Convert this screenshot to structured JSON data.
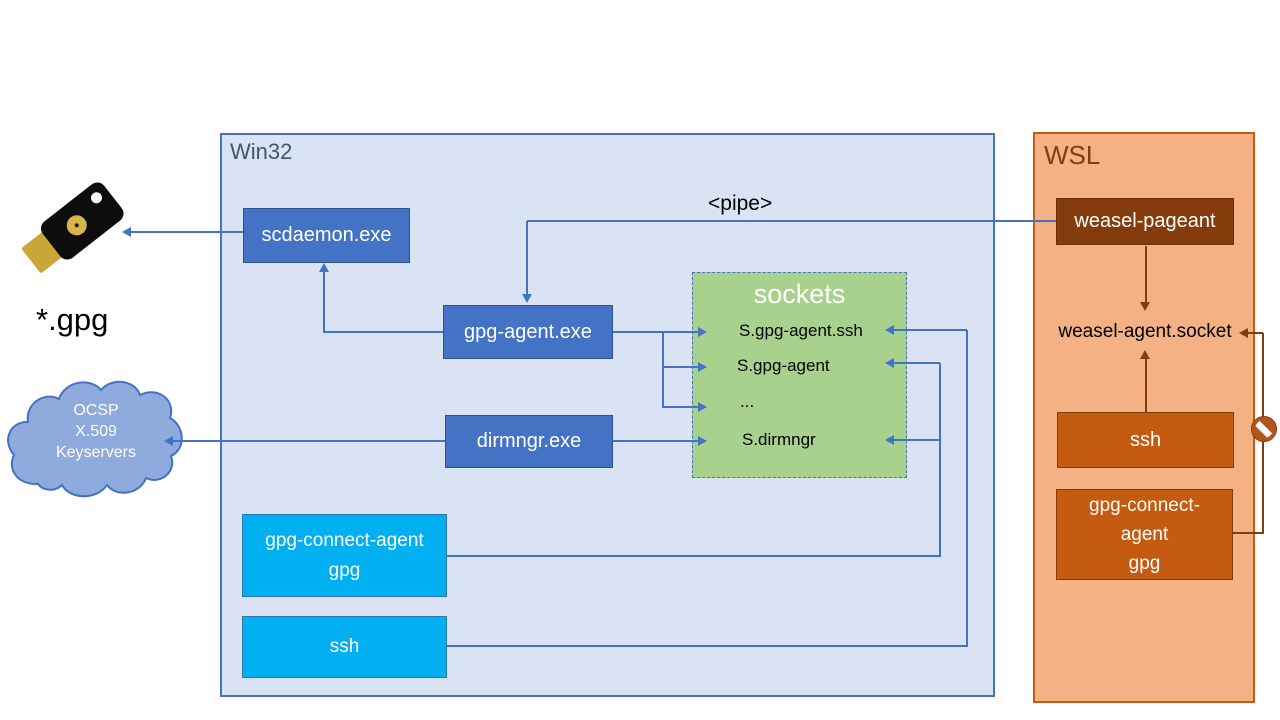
{
  "palette": {
    "win32_panel_fill": "#DAE3F3",
    "win32_panel_border": "#4472C4",
    "win32_label_color": "#44546A",
    "blue_node_fill": "#4472C4",
    "blue_node_border": "#2F528F",
    "cyan_node_fill": "#00B0F0",
    "cyan_node_border": "#2E75B6",
    "sockets_fill": "#A9D18E",
    "sockets_border": "#4472C4",
    "wsl_panel_fill": "#F4B183",
    "wsl_panel_border": "#C55A11",
    "wsl_node_fill": "#C55A11",
    "wsl_node_border": "#843C0C",
    "weasel_fill": "#843C0C",
    "arrow_blue": "#4472C4",
    "arrow_brown": "#843C0C",
    "cloud_fill": "#8FAADC",
    "no_entry_color": "#B4541B"
  },
  "external": {
    "usb_key_icon": "yubikey-usb-security-key",
    "gpg_files_label": "*.gpg",
    "cloud": {
      "line1": "OCSP",
      "line2": "X.509",
      "line3": "Keyservers"
    }
  },
  "pipe_label": "<pipe>",
  "win32": {
    "label": "Win32",
    "scdaemon": "scdaemon.exe",
    "gpg_agent": "gpg-agent.exe",
    "dirmngr": "dirmngr.exe",
    "gpg_connect_line1": "gpg-connect-agent",
    "gpg_connect_line2": "gpg",
    "ssh": "ssh",
    "sockets": {
      "title": "sockets",
      "entries": [
        "S.gpg-agent.ssh",
        "S.gpg-agent",
        "...",
        "S.dirmngr"
      ]
    }
  },
  "wsl": {
    "label": "WSL",
    "weasel_pageant": "weasel-pageant",
    "weasel_socket": "weasel-agent.socket",
    "ssh": "ssh",
    "gpg_connect_line1": "gpg-connect-",
    "gpg_connect_line2": "agent",
    "gpg_connect_line3": "gpg"
  }
}
